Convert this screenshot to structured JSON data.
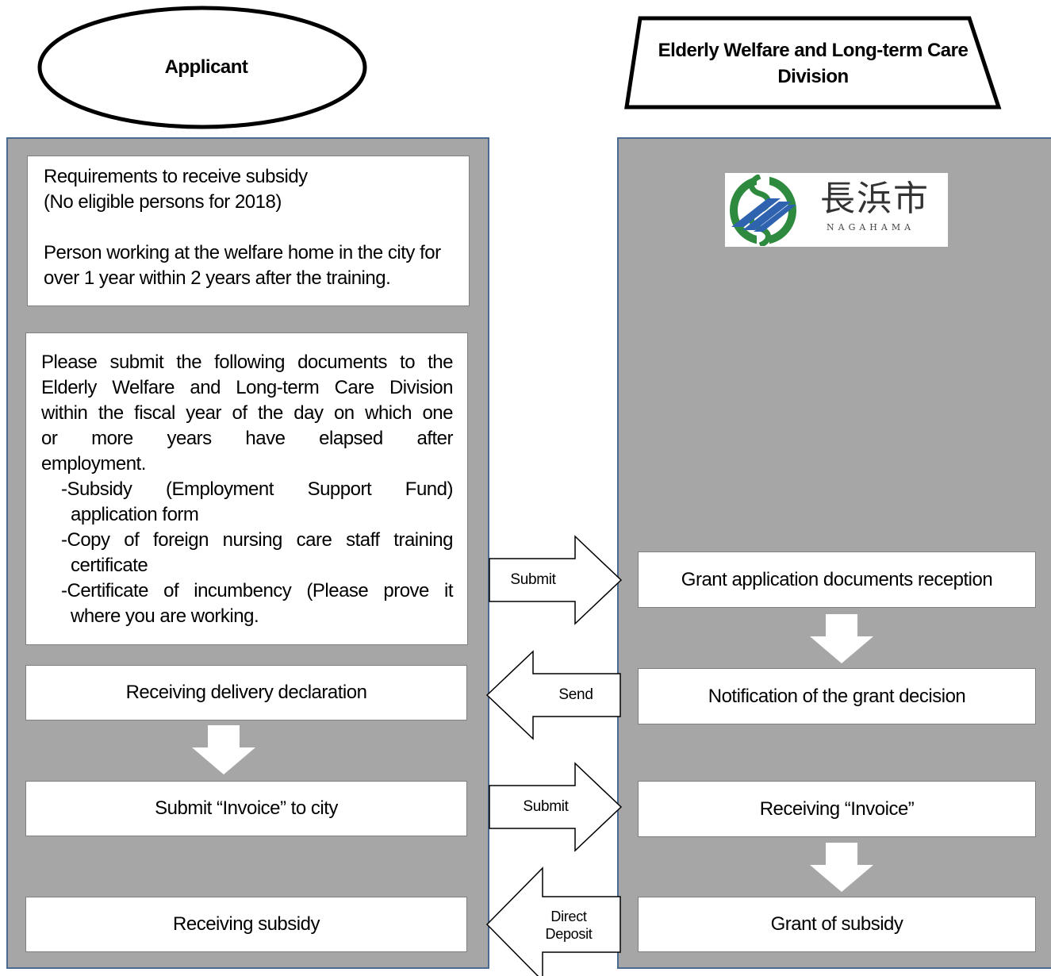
{
  "header": {
    "applicant": "Applicant",
    "division": "Elderly Welfare and Long-term Care Division"
  },
  "requirements": {
    "title": "Requirements to receive subsidy",
    "note": "(No eligible persons for 2018)",
    "body": "Person working at the welfare home in the city for over 1 year within 2 years after the training."
  },
  "documents": {
    "intro_line1": "Please submit the following documents to the",
    "intro_line2": "Elderly Welfare and Long-term Care Division",
    "intro_line3": "within the fiscal year of the day on which one",
    "intro_line4": "or more years have elapsed after",
    "intro_line5": "employment.",
    "item1": "-Subsidy (Employment Support Fund) application form",
    "item2": "-Copy of foreign nursing care staff training certificate",
    "item3": "-Certificate of incumbency (Please prove it where you are working."
  },
  "applicant_steps": {
    "receiving_declaration": "Receiving delivery declaration",
    "submit_invoice": "Submit “Invoice” to city",
    "receiving_subsidy": "Receiving subsidy"
  },
  "division_steps": {
    "reception": "Grant application documents reception",
    "notification": "Notification of the grant decision",
    "receiving_invoice": "Receiving “Invoice”",
    "grant": "Grant of subsidy"
  },
  "arrows": {
    "submit1": "Submit",
    "send": "Send",
    "submit2": "Submit",
    "deposit_line1": "Direct",
    "deposit_line2": "Deposit"
  },
  "logo": {
    "kanji": "長浜市",
    "roman": "NAGAHAMA"
  },
  "colors": {
    "lane_fill": "#a6a6a6",
    "lane_border": "#4a6a92",
    "logo_green": "#2e8a3e",
    "logo_blue": "#2f63b0"
  }
}
